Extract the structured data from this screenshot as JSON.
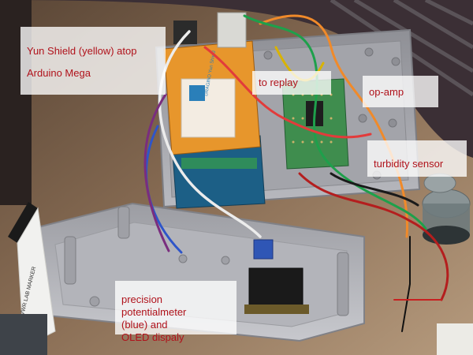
{
  "photo": {
    "subject": "",
    "marker_text": "VWR LAB MARKER",
    "shield_text": "DRAGINO Yun Shield"
  },
  "labels": {
    "yun_line1": "Yun Shield (yellow) atop",
    "yun_line2": "Arduino Mega",
    "replay": "to replay",
    "opamp": "op-amp",
    "turbidity": "turbidity sensor",
    "potentiometer": "precision potentialmeter\n(blue) and\nOLED dispaly"
  },
  "colors": {
    "label_text": "#b0121b",
    "label_bg": "#ffffff",
    "enclosure": "#a9aab0",
    "shield": "#e7962c",
    "pcb_green": "#3f8d4e"
  }
}
